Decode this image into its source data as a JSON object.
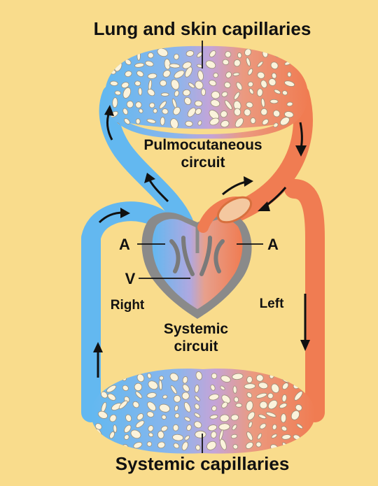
{
  "labels": {
    "top_title": "Lung and skin capillaries",
    "bottom_title": "Systemic capillaries",
    "pulmo_line1": "Pulmocutaneous",
    "pulmo_line2": "circuit",
    "systemic_line1": "Systemic",
    "systemic_line2": "circuit",
    "atrium_right": "A",
    "atrium_left": "A",
    "ventricle": "V",
    "side_right": "Right",
    "side_left": "Left"
  },
  "colors": {
    "background": "#f9dc8c",
    "deoxygenated_blue": "#63b8f0",
    "oxygenated_red": "#f07c52",
    "mixed_purple": "#c4a4d8",
    "heart_outline_gray": "#8a8a8a",
    "capillary_cell_fill": "#fbf3dc",
    "arrow_black": "#111111"
  }
}
